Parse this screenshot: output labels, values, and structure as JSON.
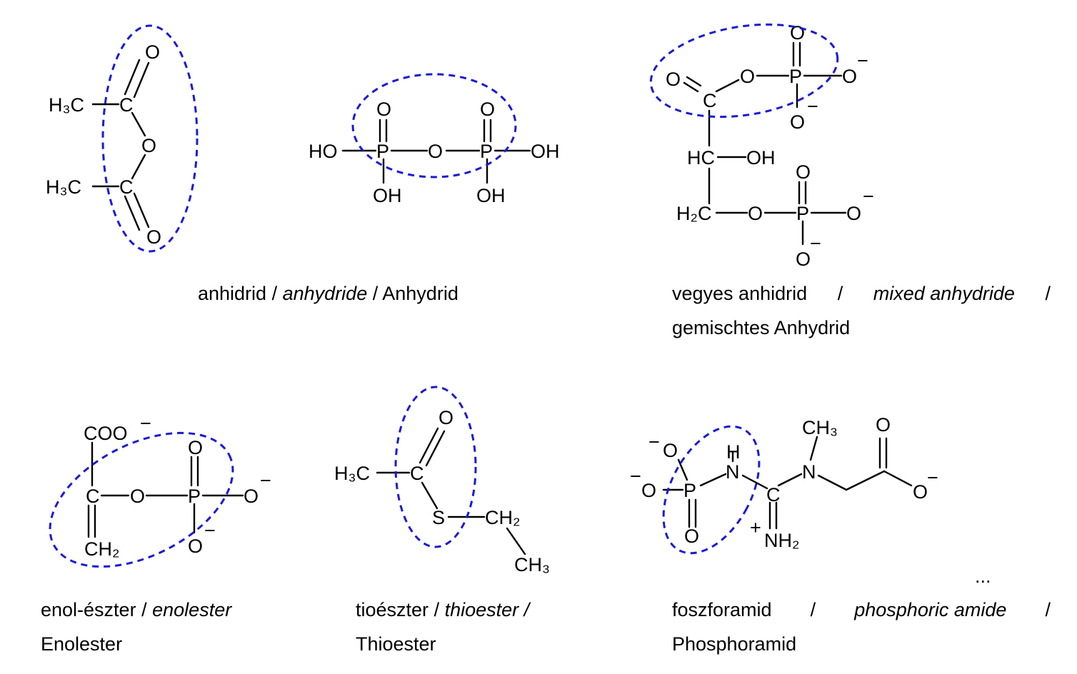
{
  "captions": {
    "anhydride": {
      "hu": "anhidrid",
      "en": "anhydride",
      "de": "Anhydrid",
      "sep": "/"
    },
    "mixed": {
      "hu": "vegyes anhidrid",
      "en": "mixed anhydride",
      "de": "gemischtes Anhydrid",
      "sep": "/"
    },
    "enol": {
      "hu": "enol-észter",
      "en": "enolester",
      "de": "Enolester",
      "sep": "/"
    },
    "thio": {
      "hu": "tioészter",
      "en": "thioester",
      "de": "Thioester",
      "sep": "/"
    },
    "phospho": {
      "hu": "foszforamid",
      "en": "phosphoric amide",
      "de": "Phosphoramid",
      "sep": "/"
    }
  },
  "ellipsis": "...",
  "highlight_color": "#1a1ad6",
  "atoms": {
    "methyl": "H₃C",
    "carbon": "C",
    "oxygen": "O",
    "phosphorus": "P",
    "hydroxyl_left": "HO",
    "hydroxyl": "OH",
    "methine": "HC",
    "methylene": "H₂C",
    "carboxylate": "COO",
    "vinyl": "CH₂",
    "sulfur": "S",
    "ethyl_ch2": "CH₂",
    "ethyl_ch3": "CH₃",
    "nitrogen": "N",
    "nh": "H",
    "n_methyl": "CH₃",
    "amine": "NH₂",
    "minus": "−",
    "plus": "+"
  }
}
